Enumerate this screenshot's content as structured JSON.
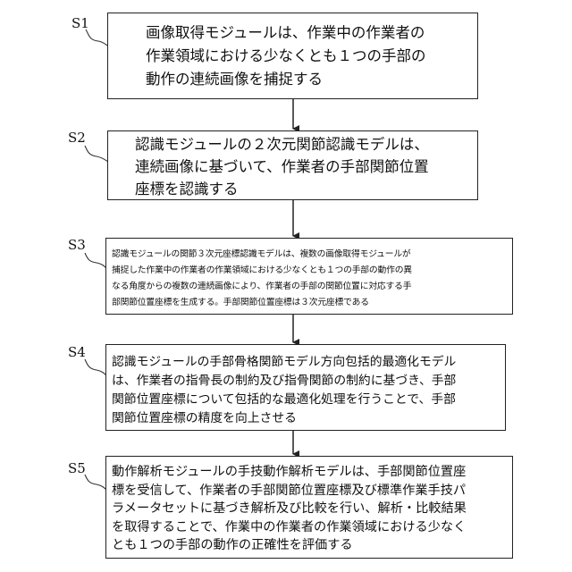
{
  "steps": [
    {
      "id": "S1",
      "text": "画像取得モジュールは、作業中の作業者の\n作業領域における少なくとも１つの手部の\n動作の連続画像を捕捉する"
    },
    {
      "id": "S2",
      "text": "認識モジュールの２次元関節認識モデルは、\n連続画像に基づいて、作業者の手部関節位置\n座標を認識する"
    },
    {
      "id": "S3",
      "text": "認識モジュールの関節３次元座標認識モデルは、複数の画像取得モジュールが\n捕捉した作業中の作業者の作業領域における少なくとも１つの手部の動作の異\nなる角度からの複数の連続画像により、作業者の手部の関節位置に対応する手\n部関節位置座標を生成する。手部関節位置座標は３次元座標である"
    },
    {
      "id": "S4",
      "text": "認識モジュールの手部骨格関節モデル方向包括的最適化モデル\nは、作業者の指骨長の制約及び指骨関節の制約に基づき、手部\n関節位置座標について包括的な最適化処理を行うことで、手部\n関節位置座標の精度を向上させる"
    },
    {
      "id": "S5",
      "text": "動作解析モジュールの手技動作解析モデルは、手部関節位置座\n標を受信して、作業者の手部関節位置座標及び標準作業手技パ\nラメータセットに基づき解析及び比較を行い、解析・比較結果\nを取得することで、作業中の作業者の作業領域における少なく\nとも１つの手部の動作の正確性を評価する"
    }
  ]
}
